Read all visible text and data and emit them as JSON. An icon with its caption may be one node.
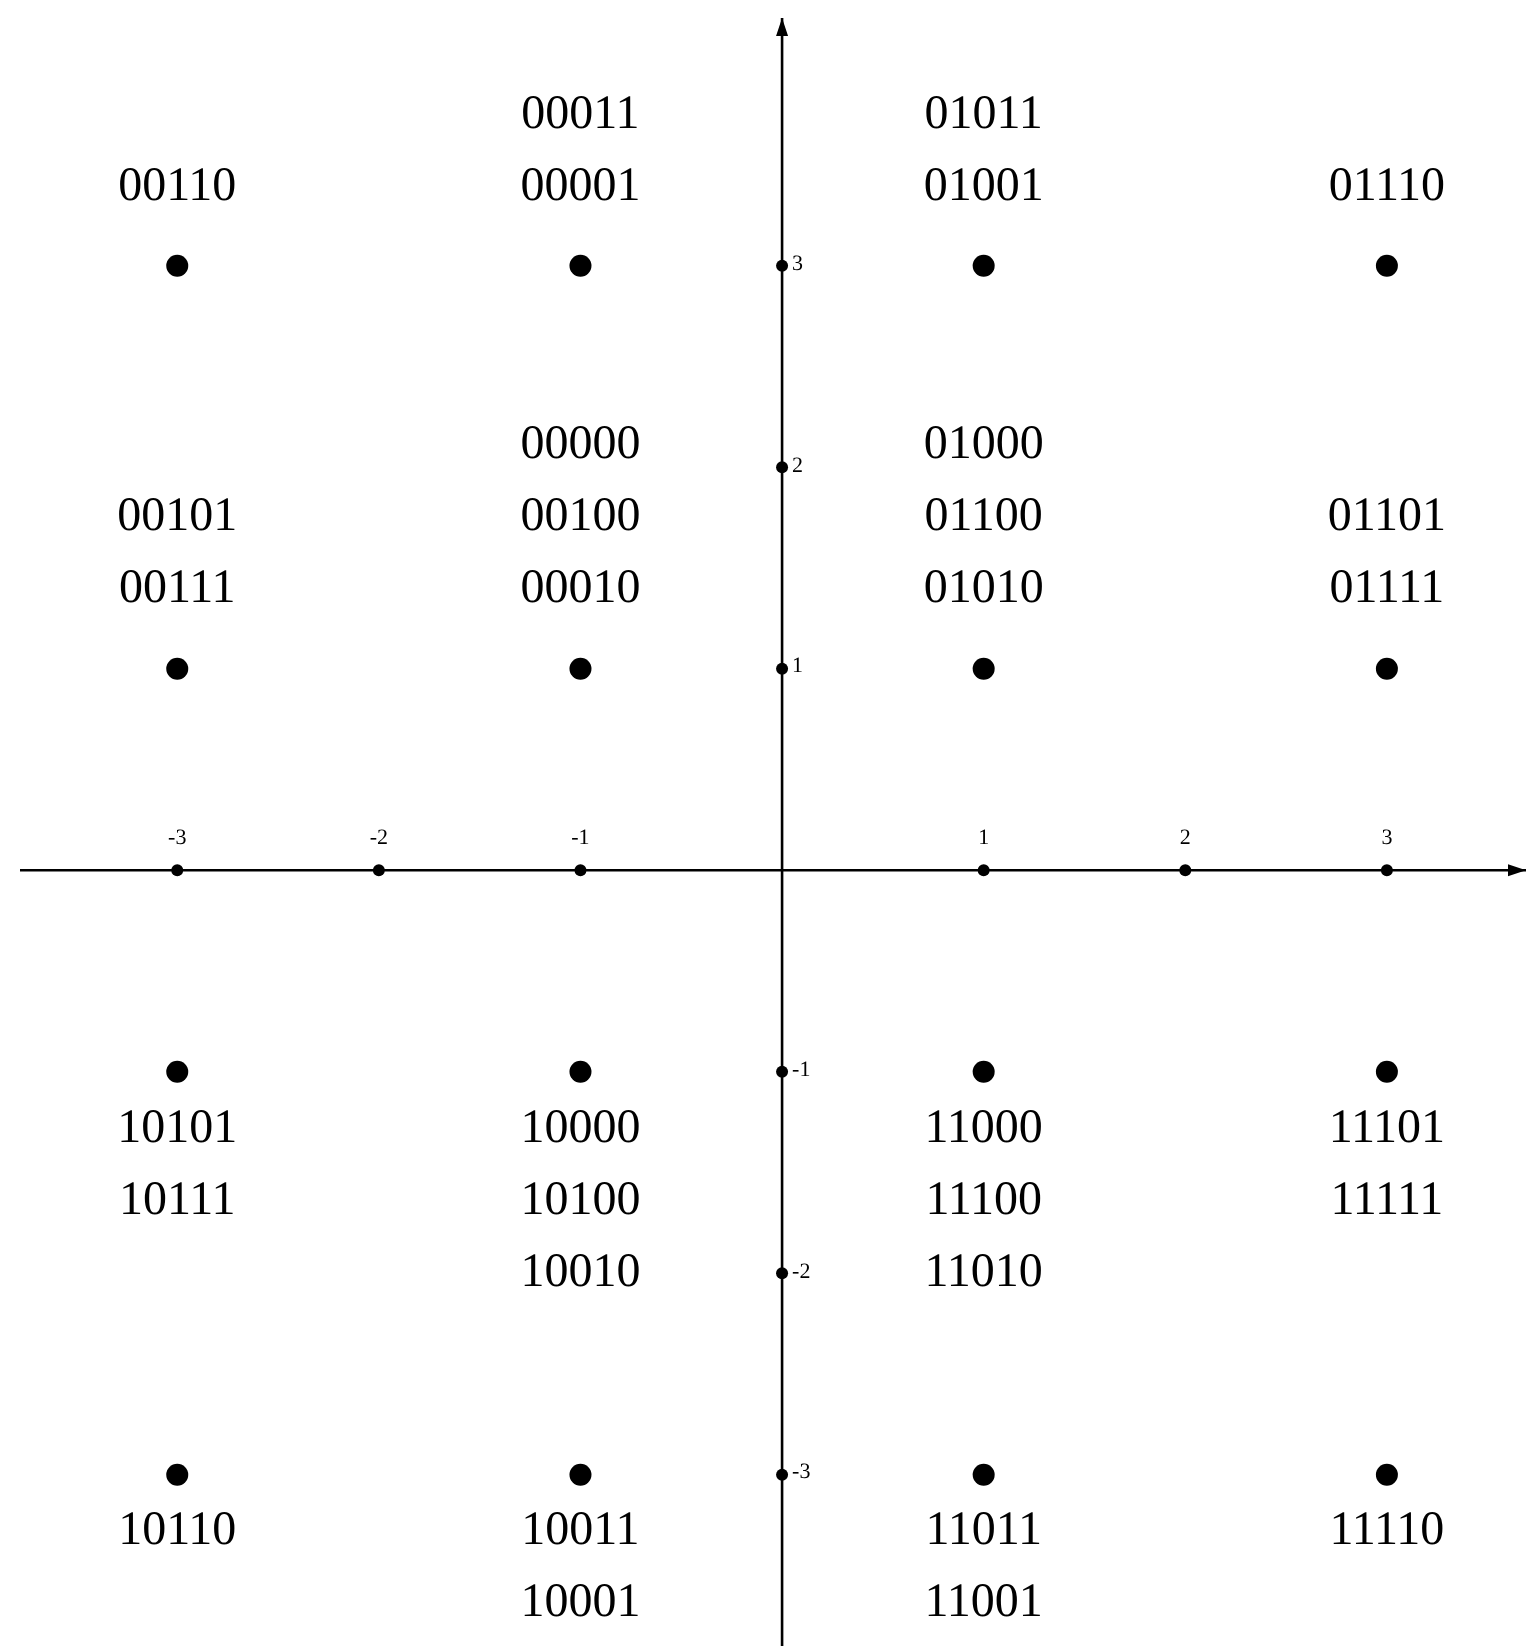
{
  "diagram": {
    "chart_data": {
      "type": "scatter",
      "x": [
        -3,
        -1,
        1,
        3,
        -3,
        -1,
        1,
        3,
        -3,
        -1,
        1,
        3,
        -3,
        -1,
        1,
        3
      ],
      "series": [
        {
          "color": "#000000",
          "values": [
            3,
            3,
            3,
            3,
            1,
            1,
            1,
            1,
            -1,
            -1,
            -1,
            -1,
            -3,
            -3,
            -3,
            -3
          ]
        }
      ],
      "xlim": [
        -3.78,
        3.69
      ],
      "ylim": [
        -3.85,
        4.23
      ],
      "xticks": [
        -3,
        -2,
        -1,
        1,
        2,
        3
      ],
      "yticks": [
        3,
        2,
        1,
        -1,
        -2,
        -3
      ],
      "value_labels": [
        "00110",
        "00011 00001",
        "01011 01001",
        "01110",
        "00101 00111",
        "00000 00100 00010",
        "01000 01100 01010",
        "01101 01111",
        "10101 10111",
        "10000 10100 10010",
        "11000 11100 11010",
        "11101 11111",
        "10110",
        "10011 10001",
        "11011 11001",
        "11110"
      ]
    }
  }
}
